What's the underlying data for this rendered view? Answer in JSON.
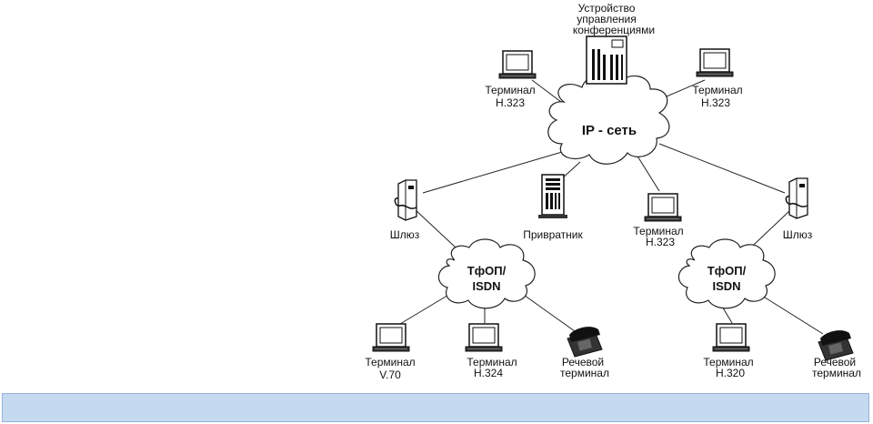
{
  "nodes": {
    "mcu": [
      "Устройство",
      "управления",
      "конференциями"
    ],
    "h323_left": [
      "Терминал",
      "H.323"
    ],
    "h323_right": [
      "Терминал",
      "H.323"
    ],
    "h323_mid": [
      "Терминал",
      "H.323"
    ],
    "gatekeeper": [
      "Привратник"
    ],
    "gw_left": [
      "Шлюз"
    ],
    "gw_right": [
      "Шлюз"
    ],
    "v70": [
      "Терминал",
      "V.70"
    ],
    "h324": [
      "Терминал",
      "H.324"
    ],
    "voice_left": [
      "Речевой",
      "терминал"
    ],
    "h320": [
      "Терминал",
      "H.320"
    ],
    "voice_right": [
      "Речевой",
      "терминал"
    ]
  },
  "clouds": {
    "ip": [
      "IP - сеть"
    ],
    "pstn_left": [
      "ТфОП/",
      "ISDN"
    ],
    "pstn_right": [
      "ТфОП/",
      "ISDN"
    ]
  },
  "icons": {
    "terminal": "computer-terminal-icon",
    "server": "server-tower-icon",
    "gateway": "gateway-icon",
    "phone": "telephone-icon",
    "cloud": "network-cloud-icon"
  },
  "colors": {
    "bar_fill": "#c5d9f1",
    "bar_border": "#95b3d7"
  }
}
